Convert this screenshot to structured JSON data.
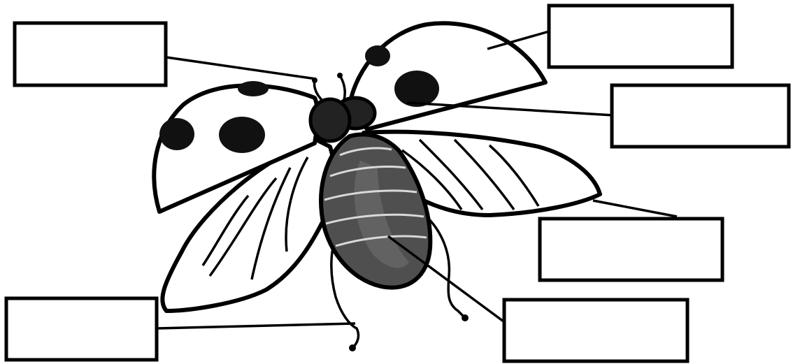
{
  "diagram": {
    "subject": "ladybird-anatomy",
    "labels": [
      {
        "id": "antenna",
        "text": ""
      },
      {
        "id": "elytron",
        "text": ""
      },
      {
        "id": "spot",
        "text": ""
      },
      {
        "id": "hind-wing",
        "text": ""
      },
      {
        "id": "abdomen",
        "text": ""
      },
      {
        "id": "leg",
        "text": ""
      }
    ]
  },
  "colors": {
    "outline": "#000000",
    "background": "#ffffff",
    "body": "#4f4f4f",
    "body_highlight": "#6b6b6b",
    "body_stripes": "#d9d9d9"
  }
}
